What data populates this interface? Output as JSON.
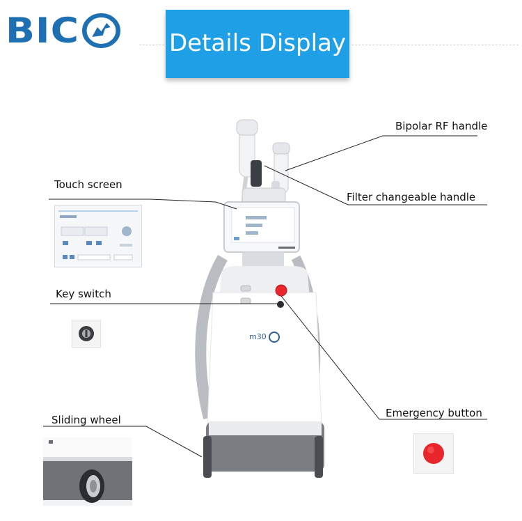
{
  "logo": {
    "letters": "BIC"
  },
  "title": "Details Display",
  "labels": {
    "bipolar": "Bipolar RF handle",
    "filter": "Filter changeable handle",
    "touch": "Touch screen",
    "key": "Key switch",
    "emergency": "Emergency button",
    "wheel": "Sliding wheel"
  },
  "device": {
    "brand": "m30"
  },
  "colors": {
    "brand_blue": "#1f6fb3",
    "title_bg": "#1e9fe6",
    "emergency_red": "#e8262b"
  }
}
